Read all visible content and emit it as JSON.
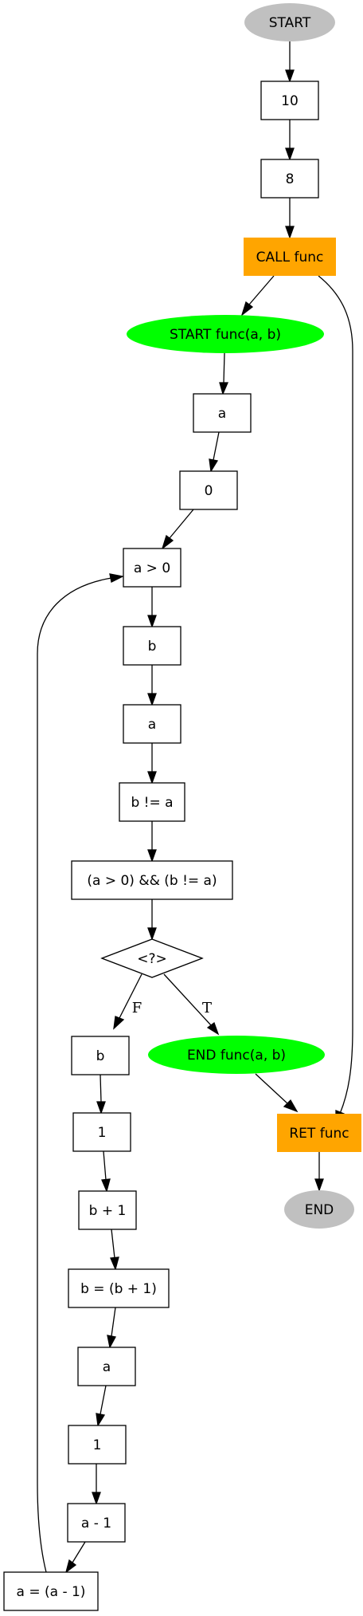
{
  "nodes": {
    "start": "START",
    "n10": "10",
    "n8": "8",
    "call_func": "CALL func",
    "start_func": "START func(a, b)",
    "a1": "a",
    "zero": "0",
    "a_gt_0": "a > 0",
    "b1": "b",
    "a2": "a",
    "b_ne_a": "b != a",
    "and_cond": "(a > 0) && (b != a)",
    "decision": "<?>",
    "b2": "b",
    "one1": "1",
    "b_plus_1": "b + 1",
    "assign_b": "b = (b + 1)",
    "a3": "a",
    "one2": "1",
    "a_minus_1": "a - 1",
    "assign_a": "a = (a - 1)",
    "end_func": "END func(a, b)",
    "ret_func": "RET func",
    "end": "END"
  },
  "edge_labels": {
    "false": "F",
    "true": "T"
  },
  "colors": {
    "terminal": "#c0c0c0",
    "call_ret": "#ffa500",
    "func_boundary": "#00ff00"
  }
}
